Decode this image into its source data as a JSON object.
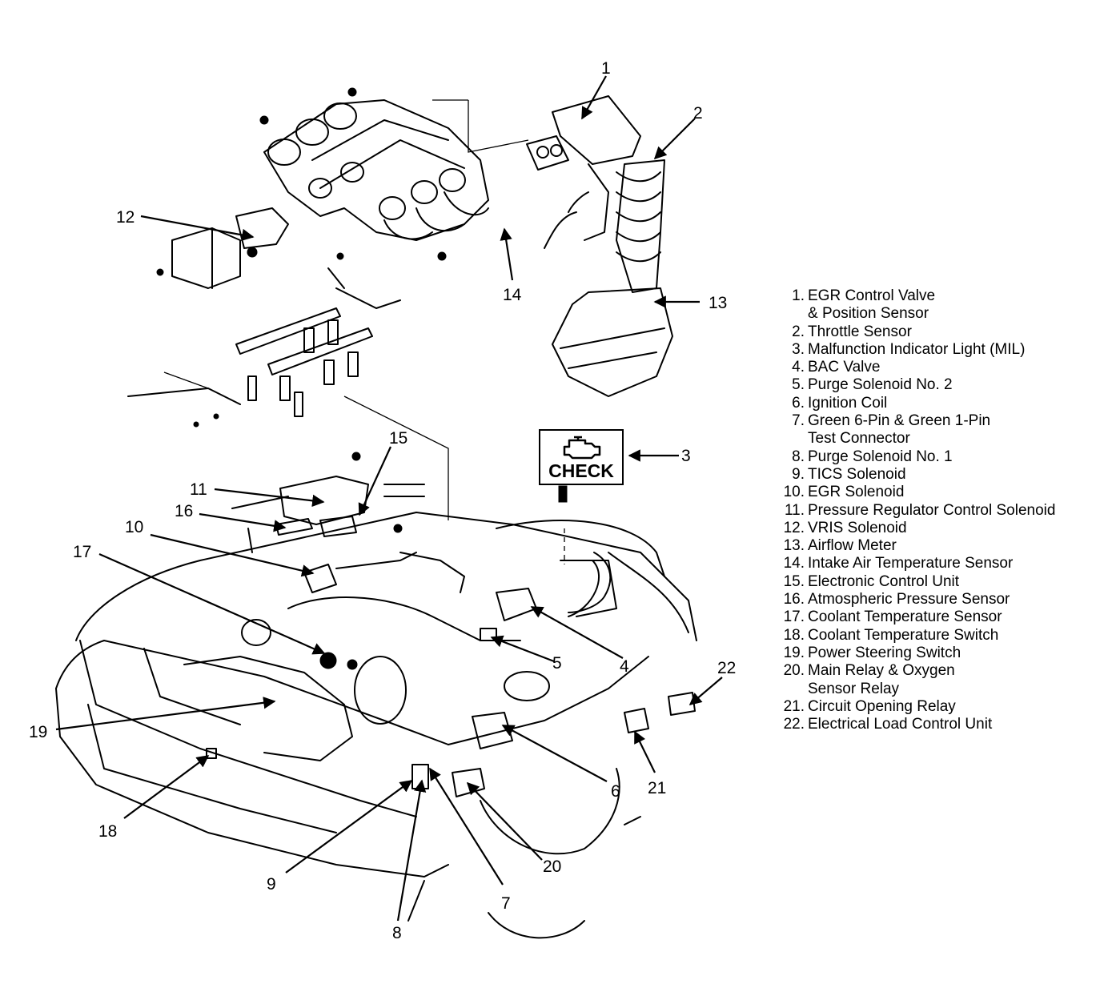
{
  "check_light": {
    "label": "CHECK",
    "icon": "engine-icon"
  },
  "callouts": [
    "1",
    "2",
    "3",
    "4",
    "5",
    "6",
    "7",
    "8",
    "9",
    "10",
    "11",
    "12",
    "13",
    "14",
    "15",
    "16",
    "17",
    "18",
    "19",
    "20",
    "21",
    "22"
  ],
  "legend": [
    {
      "num": "1.",
      "lines": [
        "EGR Control Valve",
        "& Position Sensor"
      ]
    },
    {
      "num": "2.",
      "lines": [
        "Throttle Sensor"
      ]
    },
    {
      "num": "3.",
      "lines": [
        "Malfunction Indicator Light (MIL)"
      ]
    },
    {
      "num": "4.",
      "lines": [
        "BAC Valve"
      ]
    },
    {
      "num": "5.",
      "lines": [
        "Purge Solenoid No. 2"
      ]
    },
    {
      "num": "6.",
      "lines": [
        "Ignition Coil"
      ]
    },
    {
      "num": "7.",
      "lines": [
        "Green 6-Pin & Green 1-Pin",
        "Test Connector"
      ]
    },
    {
      "num": "8.",
      "lines": [
        "Purge Solenoid No. 1"
      ]
    },
    {
      "num": "9.",
      "lines": [
        "TICS Solenoid"
      ]
    },
    {
      "num": "10.",
      "lines": [
        "EGR Solenoid"
      ]
    },
    {
      "num": "11.",
      "lines": [
        "Pressure Regulator Control Solenoid"
      ]
    },
    {
      "num": "12.",
      "lines": [
        "VRIS Solenoid"
      ]
    },
    {
      "num": "13.",
      "lines": [
        "Airflow Meter"
      ]
    },
    {
      "num": "14.",
      "lines": [
        "Intake Air Temperature Sensor"
      ]
    },
    {
      "num": "15.",
      "lines": [
        "Electronic Control Unit"
      ]
    },
    {
      "num": "16.",
      "lines": [
        "Atmospheric Pressure Sensor"
      ]
    },
    {
      "num": "17.",
      "lines": [
        "Coolant Temperature Sensor"
      ]
    },
    {
      "num": "18.",
      "lines": [
        "Coolant Temperature Switch"
      ]
    },
    {
      "num": "19.",
      "lines": [
        "Power Steering Switch"
      ]
    },
    {
      "num": "20.",
      "lines": [
        "Main Relay & Oxygen",
        "Sensor Relay"
      ]
    },
    {
      "num": "21.",
      "lines": [
        "Circuit Opening Relay"
      ]
    },
    {
      "num": "22.",
      "lines": [
        "Electrical Load Control Unit"
      ]
    }
  ]
}
